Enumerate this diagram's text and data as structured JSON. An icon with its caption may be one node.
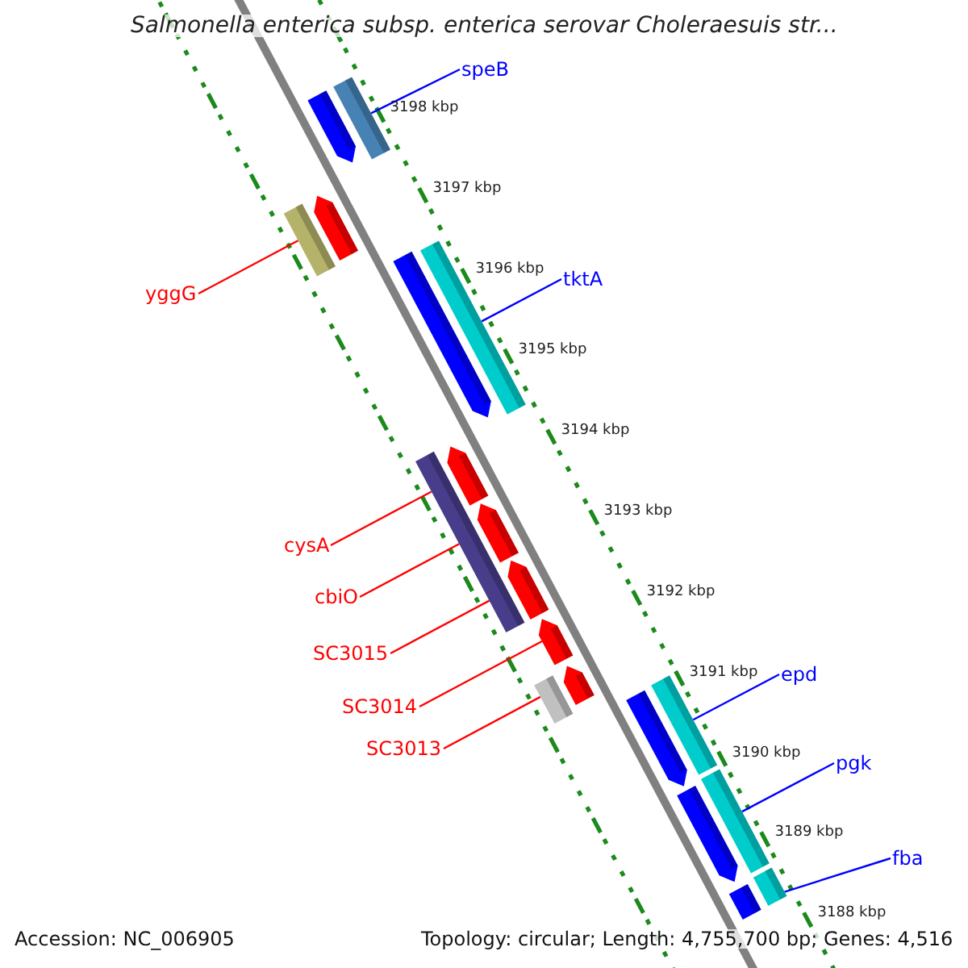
{
  "diagram": {
    "title": "Salmonella enterica subsp. enterica serovar Choleraesuis str...",
    "nodes": [
      {
        "text": [
          "speB"
        ]
      },
      {
        "text": [],
        "shape": "bar"
      },
      {
        "text": [],
        "shape": "pentagon"
      },
      {
        "text": [],
        "shape": "bar"
      },
      {
        "text": [],
        "shape": "pentagon"
      },
      {
        "text": [
          "yggG"
        ]
      },
      {
        "text": [
          "tktA"
        ]
      },
      {
        "text": [],
        "shape": "pentagon"
      },
      {
        "text": [],
        "shape": "bar"
      },
      {
        "text": [],
        "shape": "bar"
      },
      {
        "text": [],
        "shape": "pentagon"
      },
      {
        "text": [
          "cysA"
        ]
      },
      {
        "text": [],
        "shape": "pentagon"
      },
      {
        "text": [
          "cbiO"
        ]
      },
      {
        "text": [],
        "shape": "pentagon"
      },
      {
        "text": [
          "SC3015"
        ]
      },
      {
        "text": [],
        "shape": "bar"
      },
      {
        "text": [],
        "shape": "pentagon"
      },
      {
        "text": [
          "SC3014"
        ]
      },
      {
        "text": [],
        "shape": "pentagon"
      },
      {
        "text": [
          "SC3013"
        ]
      },
      {
        "text": [
          "epd"
        ]
      },
      {
        "text": [],
        "shape": "bar"
      },
      {
        "text": [],
        "shape": "pentagon"
      },
      {
        "text": [
          "pgk"
        ]
      },
      {
        "text": [],
        "shape": "bar"
      },
      {
        "text": [],
        "shape": "pentagon"
      },
      {
        "text": [
          "fba"
        ]
      },
      {
        "text": [],
        "shape": "bar"
      },
      {
        "text": [],
        "shape": "pentagon"
      }
    ],
    "edges": [
      {
        "from": 0,
        "to": 1,
        "arrow": "none",
        "color": "#0000ff"
      },
      {
        "from": 5,
        "to": 3,
        "arrow": "none",
        "color": "#ff0000"
      },
      {
        "from": 6,
        "to": 8,
        "arrow": "none",
        "color": "#0000ff"
      },
      {
        "from": 11,
        "to": 9,
        "arrow": "none",
        "color": "#ff0000"
      },
      {
        "from": 13,
        "to": 9,
        "arrow": "none",
        "color": "#ff0000"
      },
      {
        "from": 15,
        "to": 9,
        "arrow": "none",
        "color": "#ff0000"
      },
      {
        "from": 18,
        "to": 17,
        "arrow": "none",
        "color": "#ff0000"
      },
      {
        "from": 20,
        "to": 16,
        "arrow": "none",
        "color": "#ff0000"
      },
      {
        "from": 21,
        "to": 22,
        "arrow": "none",
        "color": "#0000ff"
      },
      {
        "from": 24,
        "to": 25,
        "arrow": "none",
        "color": "#0000ff"
      },
      {
        "from": 27,
        "to": 28,
        "arrow": "none",
        "color": "#0000ff"
      }
    ],
    "labels": [
      "3198 kbp",
      "3197 kbp",
      "3196 kbp",
      "3195 kbp",
      "3194 kbp",
      "3193 kbp",
      "3192 kbp",
      "3191 kbp",
      "3190 kbp",
      "3189 kbp",
      "3188 kbp",
      "Accession: NC_006905",
      "Topology: circular; Length: 4,755,700 bp; Genes: 4,516"
    ]
  }
}
